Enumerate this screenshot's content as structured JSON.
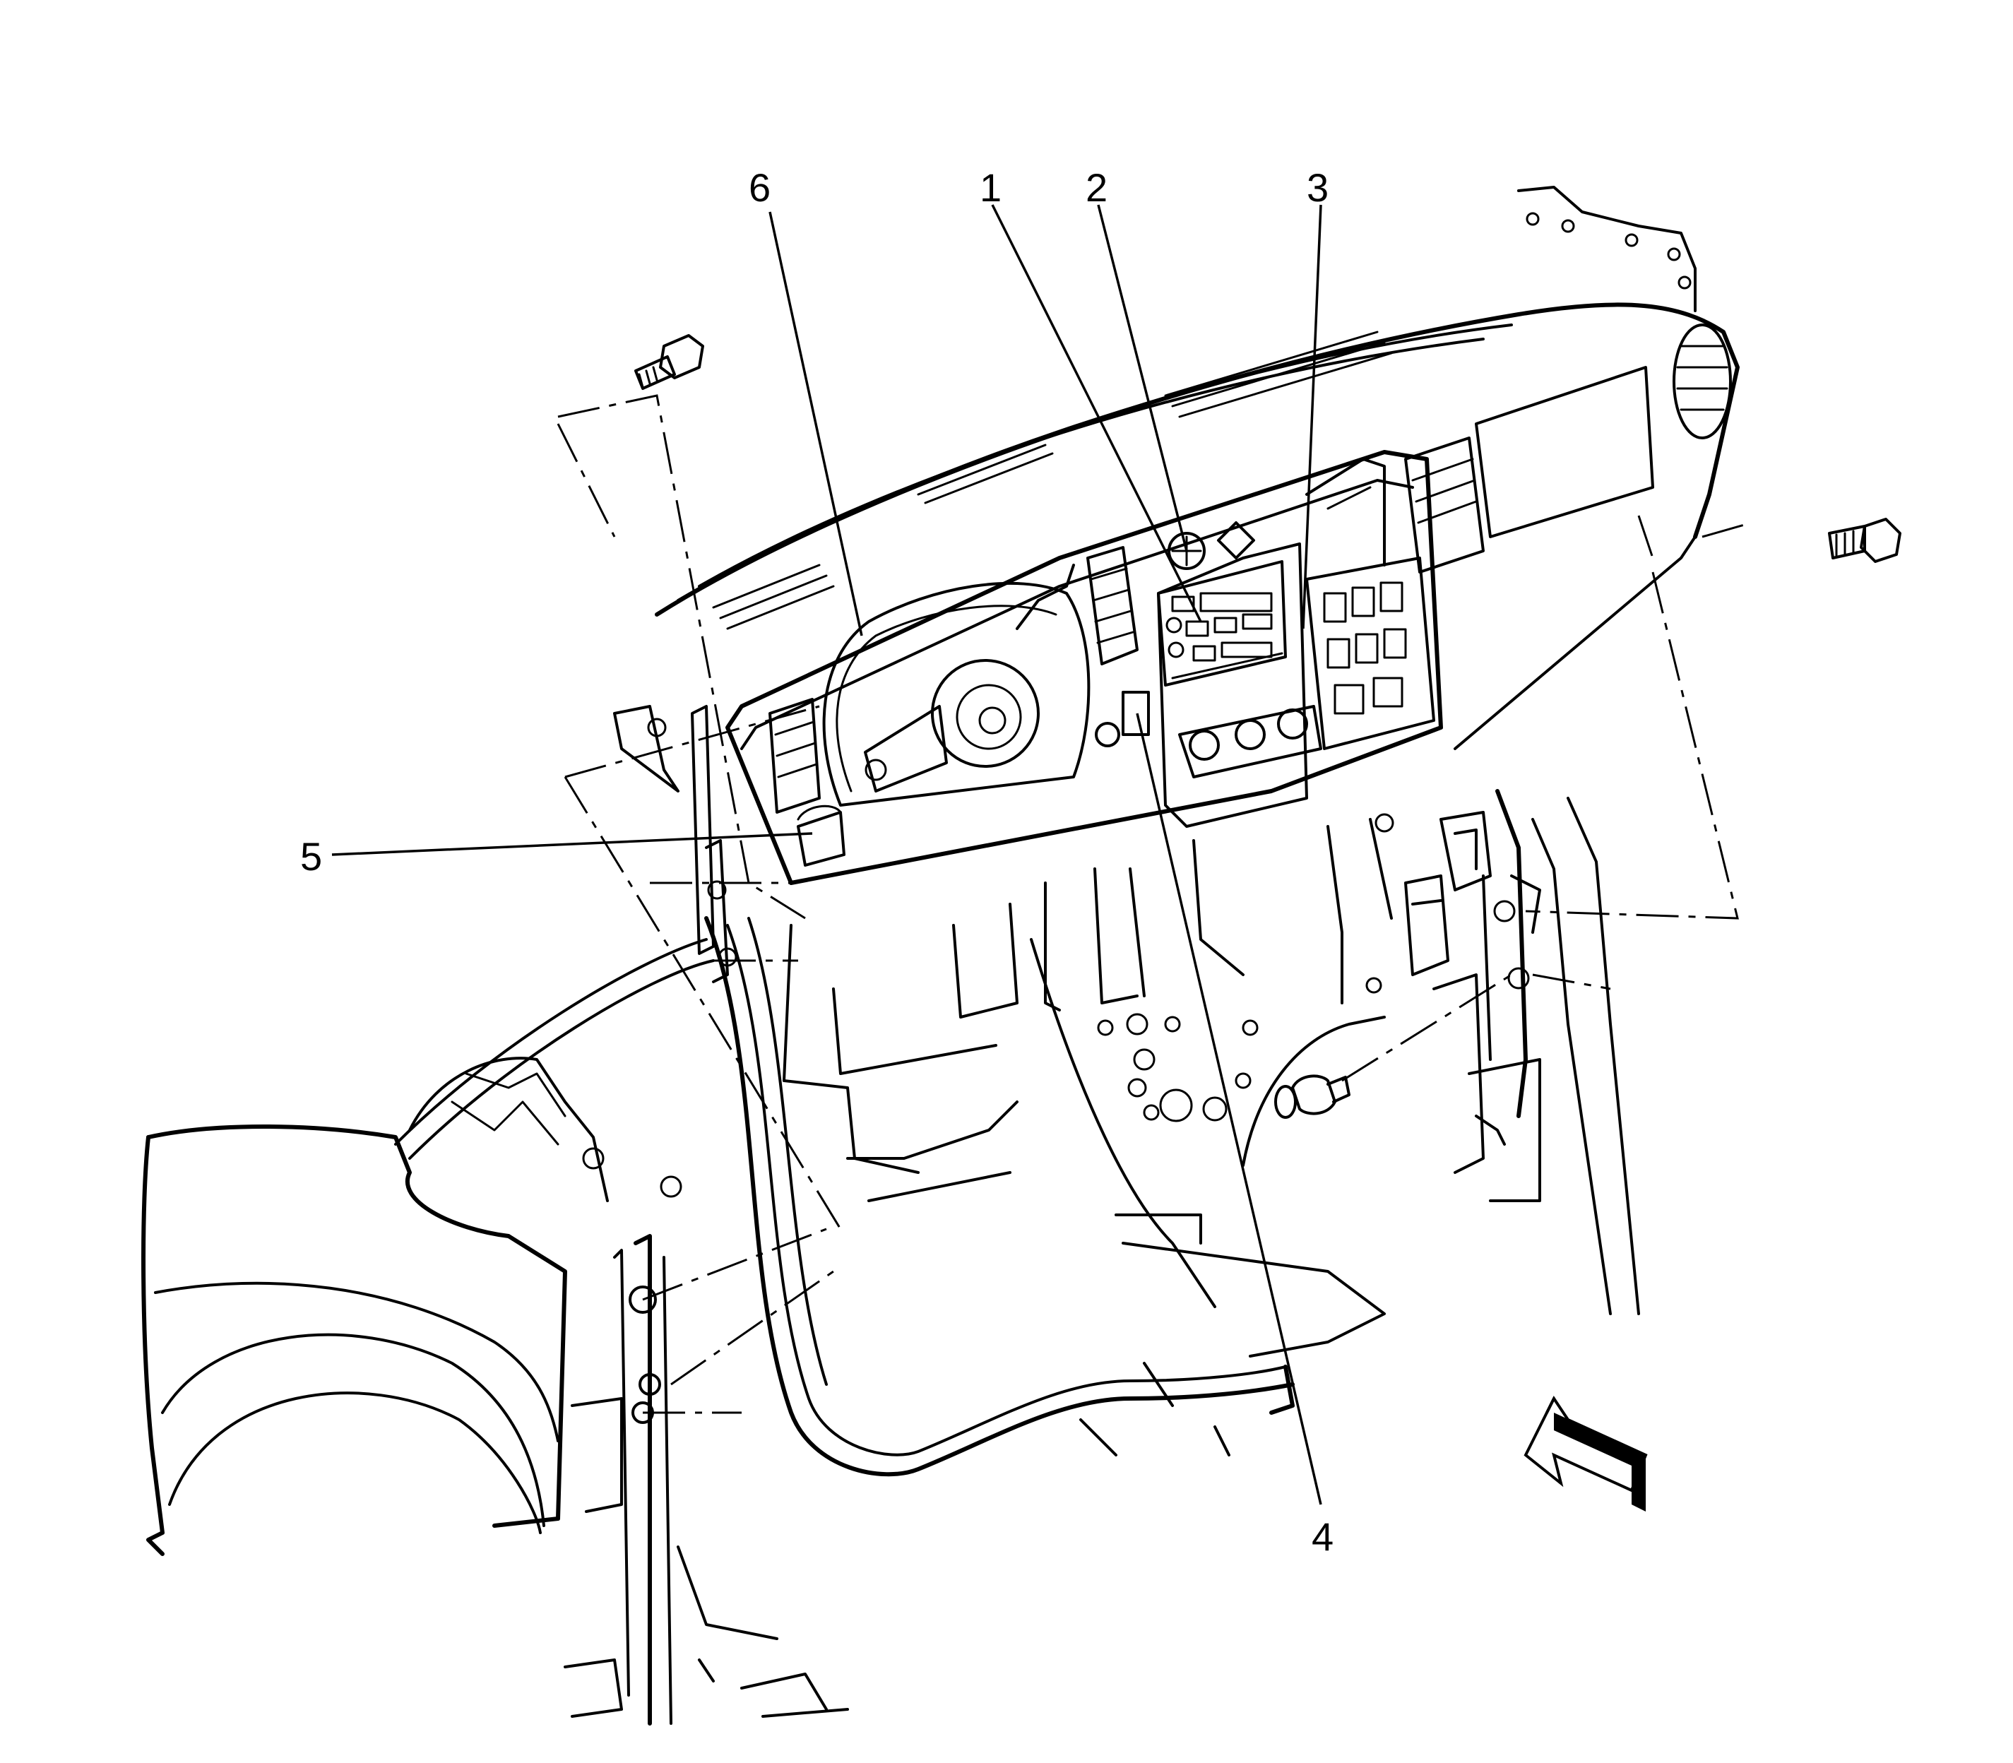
{
  "callouts": {
    "c1": "1",
    "c2": "2",
    "c3": "3",
    "c4": "4",
    "c5": "5",
    "c6": "6"
  },
  "colors": {
    "line": "#000000",
    "background": "#ffffff"
  },
  "icons": {
    "view_arrow": "view-direction-arrow-icon",
    "bolt": "bolt-icon",
    "push_pin": "push-pin-retainer-icon"
  }
}
